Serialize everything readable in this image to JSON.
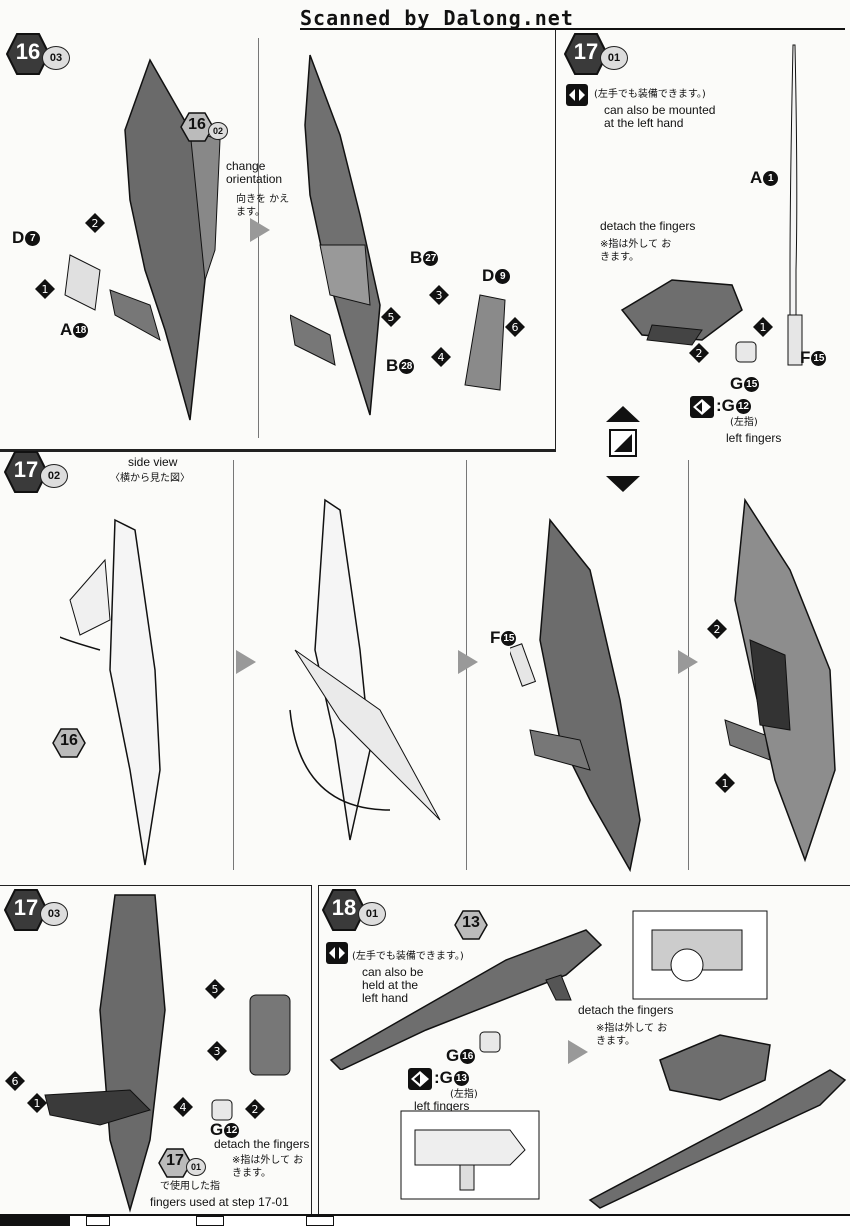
{
  "header": {
    "title": "Scanned by Dalong.net"
  },
  "step16_03": {
    "step_main": "16",
    "step_sub": "03",
    "ref_main": "16",
    "ref_sub": "02",
    "change_orientation": "change orientation",
    "change_orientation_jp": "向きを かえます。",
    "parts": [
      {
        "letter": "D",
        "num": "7"
      },
      {
        "letter": "A",
        "num": "18"
      },
      {
        "letter": "B",
        "num": "27"
      },
      {
        "letter": "B",
        "num": "28"
      },
      {
        "letter": "D",
        "num": "9"
      }
    ],
    "steps_left": [
      "1",
      "2"
    ],
    "steps_right": [
      "3",
      "4",
      "5",
      "6"
    ]
  },
  "step17_01": {
    "step_main": "17",
    "step_sub": "01",
    "left_hand_jp": "(左手でも装備できます。)",
    "left_hand_en": "can also be mounted at the left hand",
    "detach_en": "detach the fingers",
    "detach_jp": "※指は外して おきます。",
    "parts": [
      {
        "letter": "A",
        "num": "1"
      },
      {
        "letter": "F",
        "num": "15"
      },
      {
        "letter": "G",
        "num": "15"
      },
      {
        "letter": "G",
        "num": "12"
      }
    ],
    "left_fingers_jp": "(左指)",
    "left_fingers_en": "left fingers",
    "colon": ":",
    "steps": [
      "1",
      "2"
    ]
  },
  "step17_02": {
    "step_main": "17",
    "step_sub": "02",
    "side_view_en": "side view",
    "side_view_jp": "〈横から見た図〉",
    "ref_part": "16",
    "part": {
      "letter": "F",
      "num": "15"
    },
    "steps": [
      "1",
      "2"
    ]
  },
  "step17_03": {
    "step_main": "17",
    "step_sub": "03",
    "part": {
      "letter": "G",
      "num": "12"
    },
    "detach_en": "detach the fingers",
    "detach_jp": "※指は外して おきます。",
    "ref_main": "17",
    "ref_sub": "01",
    "used_jp": "で使用した指",
    "used_en": "fingers used at step 17-01",
    "steps": [
      "1",
      "2",
      "3",
      "4",
      "5",
      "6"
    ]
  },
  "step18_01": {
    "step_main": "18",
    "step_sub": "01",
    "ref_part": "13",
    "left_hand_jp": "(左手でも装備できます。)",
    "left_hand_en": "can also be held at the left hand",
    "parts": [
      {
        "letter": "G",
        "num": "16"
      },
      {
        "letter": "G",
        "num": "13"
      }
    ],
    "colon": ":",
    "left_fingers_jp": "(左指)",
    "left_fingers_en": "left fingers",
    "detach_en": "detach the fingers",
    "detach_jp": "※指は外して おきます。"
  }
}
